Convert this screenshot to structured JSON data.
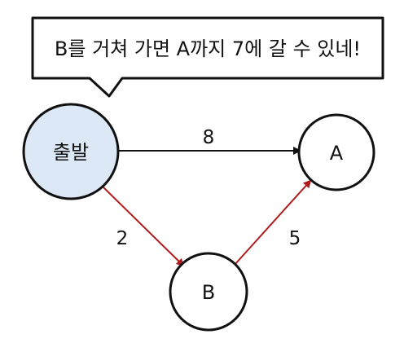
{
  "speech_bubble": {
    "text": "B를 거쳐 가면 A까지 7에 갈 수 있네!"
  },
  "nodes": {
    "start": {
      "label": "출발",
      "fill": "#dce8f5"
    },
    "a": {
      "label": "A",
      "fill": "#ffffff"
    },
    "b": {
      "label": "B",
      "fill": "#ffffff"
    }
  },
  "edges": {
    "start_to_a": {
      "weight": "8",
      "color": "#111111"
    },
    "start_to_b": {
      "weight": "2",
      "color": "#b01c1c"
    },
    "b_to_a": {
      "weight": "5",
      "color": "#b01c1c"
    }
  }
}
